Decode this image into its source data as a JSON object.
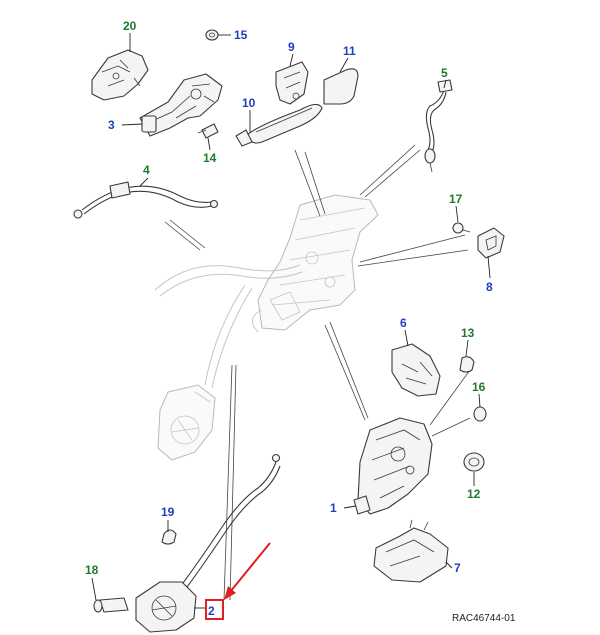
{
  "diagram": {
    "reference_code": "RAC46744-01",
    "colors": {
      "label_blue": "#1f3fbf",
      "label_green": "#1e7a2e",
      "highlight_red": "#e02020",
      "line": "#3a3a3a",
      "ghost": "#c4c4c4"
    },
    "callouts": [
      {
        "id": "1",
        "text": "1",
        "color": "blue"
      },
      {
        "id": "2",
        "text": "2",
        "color": "blue",
        "highlighted": true
      },
      {
        "id": "3",
        "text": "3",
        "color": "blue"
      },
      {
        "id": "4",
        "text": "4",
        "color": "green"
      },
      {
        "id": "5",
        "text": "5",
        "color": "green"
      },
      {
        "id": "6",
        "text": "6",
        "color": "blue"
      },
      {
        "id": "7",
        "text": "7",
        "color": "blue"
      },
      {
        "id": "8",
        "text": "8",
        "color": "blue"
      },
      {
        "id": "9",
        "text": "9",
        "color": "blue"
      },
      {
        "id": "10",
        "text": "10",
        "color": "blue"
      },
      {
        "id": "11",
        "text": "11",
        "color": "blue"
      },
      {
        "id": "12",
        "text": "12",
        "color": "green"
      },
      {
        "id": "13",
        "text": "13",
        "color": "green"
      },
      {
        "id": "14",
        "text": "14",
        "color": "green"
      },
      {
        "id": "15",
        "text": "15",
        "color": "blue"
      },
      {
        "id": "16",
        "text": "16",
        "color": "green"
      },
      {
        "id": "17",
        "text": "17",
        "color": "green"
      },
      {
        "id": "18",
        "text": "18",
        "color": "green"
      },
      {
        "id": "19",
        "text": "19",
        "color": "blue"
      },
      {
        "id": "20",
        "text": "20",
        "color": "green"
      }
    ]
  }
}
